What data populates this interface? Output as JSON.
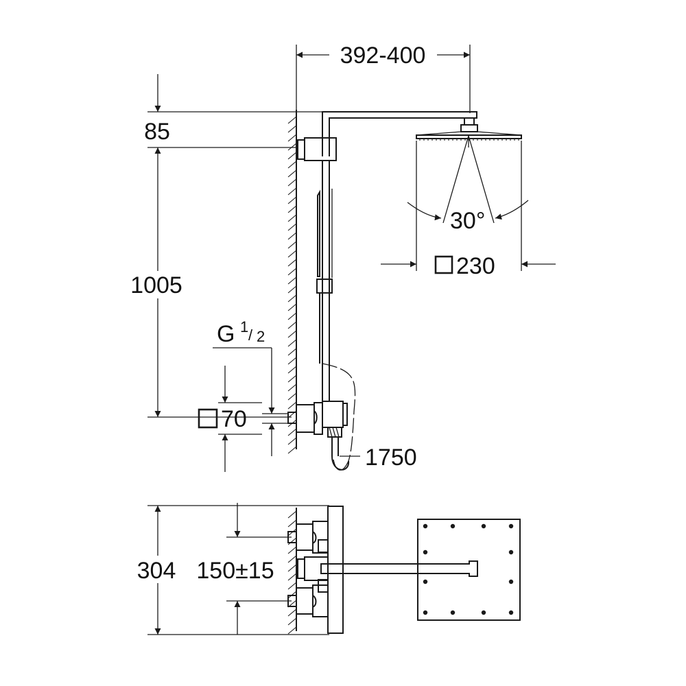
{
  "dimensions": {
    "arm_length": "392-400",
    "top_offset": "85",
    "height": "1005",
    "thread": "G",
    "thread_num": "1",
    "thread_den": "2",
    "valve_square": "70",
    "head_angle": "30°",
    "head_square": "230",
    "hose_length": "1750",
    "depth": "304",
    "spacing": "150±15"
  },
  "colors": {
    "line": "#1a1a1a",
    "background": "#ffffff"
  }
}
